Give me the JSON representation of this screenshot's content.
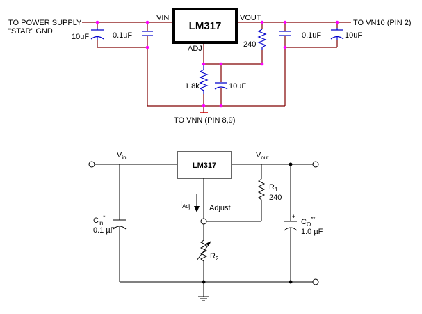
{
  "top_circuit": {
    "regulator": "LM317",
    "pin_vin": "VIN",
    "pin_vout": "VOUT",
    "pin_adj": "ADJ",
    "to_power_supply": "TO POWER SUPPLY",
    "star_gnd": "\"STAR\" GND",
    "c_in_bulk": "10uF",
    "c_in_small": "0.1uF",
    "r_top": "240",
    "r_bottom": "1.8k",
    "c_adj": "10uF",
    "c_out_small": "0.1uF",
    "c_out_bulk": "10uF",
    "to_vn10": "TO VN10 (PIN 2)",
    "to_vnn": "TO VNN (PIN 8,9)",
    "colors": {
      "wire": "#800000",
      "component": "#0000cc",
      "node": "#ff00ff",
      "chip_border": "#000000"
    }
  },
  "bottom_circuit": {
    "regulator": "LM317",
    "vin_main": "V",
    "vin_sub": "in",
    "vout_main": "V",
    "vout_sub": "out",
    "iadj_main": "I",
    "iadj_sub": "Adj",
    "adjust": "Adjust",
    "r1_main": "R",
    "r1_sub": "1",
    "r1_value": "240",
    "r2_main": "R",
    "r2_sub": "2",
    "cin_main": "C",
    "cin_sub": "in",
    "cin_sup": "*",
    "cin_value": "0.1 µF",
    "co_main": "C",
    "co_sub": "O",
    "co_sup": "**",
    "co_value": "1.0 µF",
    "co_polarity": "+"
  }
}
